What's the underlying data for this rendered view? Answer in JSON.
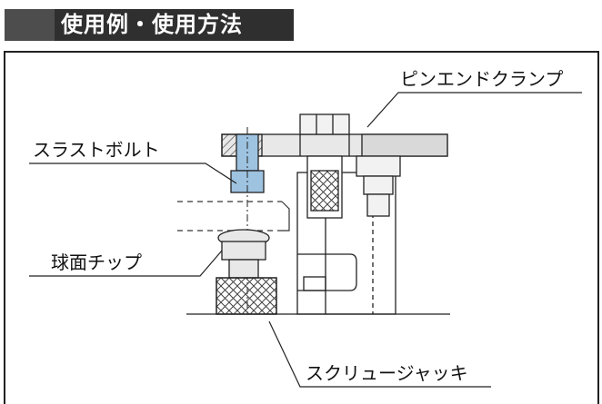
{
  "header": {
    "title": "使用例・使用方法",
    "bar_color": "#2f2f2f",
    "accent_color": "#4d4d4d"
  },
  "labels": {
    "pin_end_clamp": "ピンエンドクランプ",
    "thrust_bolt": "スラストボルト",
    "ball_tip": "球面チップ",
    "screw_jack": "スクリュージャッキ"
  }
}
